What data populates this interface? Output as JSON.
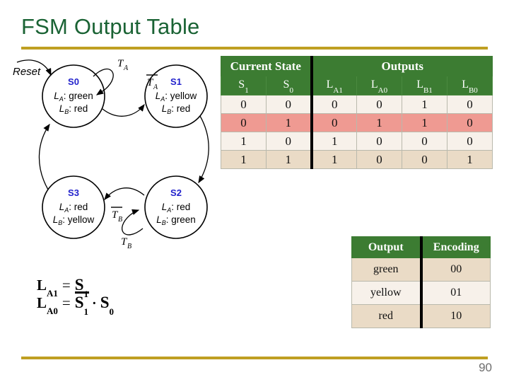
{
  "slide": {
    "title": "FSM Output Table",
    "page_number": "90",
    "accent_green": "#1a6334",
    "accent_gold": "#bf9f22",
    "table_header_green": "#3c7c32",
    "highlight_row_color": "#ef9a92"
  },
  "diagram": {
    "name": "traffic-light-fsm-state-diagram",
    "reset_label": "Reset",
    "states": [
      {
        "id": "S0",
        "la": "L_A: green",
        "lb": "L_B: red",
        "la_value": "green",
        "lb_value": "red"
      },
      {
        "id": "S1",
        "la": "L_A: yellow",
        "lb": "L_B: red",
        "la_value": "yellow",
        "lb_value": "red"
      },
      {
        "id": "S2",
        "la": "L_A: red",
        "lb": "L_B: green",
        "la_value": "red",
        "lb_value": "green"
      },
      {
        "id": "S3",
        "la": "L_A: red",
        "lb": "L_B: yellow",
        "la_value": "red",
        "lb_value": "yellow"
      }
    ],
    "transition_labels": [
      "TA",
      "TA-bar",
      "TB",
      "TB-bar"
    ],
    "state_label_color": "#2222cc"
  },
  "equations": [
    {
      "lhs": "L",
      "lhs_sub": "A1",
      "rhs": "S",
      "rhs_sub": "1",
      "overbar": false
    },
    {
      "lhs": "L",
      "lhs_sub": "A0",
      "rhs": "S",
      "rhs_sub": "1",
      "overbar": true,
      "operator": "·",
      "operand2": "S",
      "operand2_sub": "0"
    }
  ],
  "output_table": {
    "group_headers": [
      "Current State",
      "Outputs"
    ],
    "columns": [
      {
        "base": "S",
        "sub": "1"
      },
      {
        "base": "S",
        "sub": "0"
      },
      {
        "base": "L",
        "sub": "A1"
      },
      {
        "base": "L",
        "sub": "A0"
      },
      {
        "base": "L",
        "sub": "B1"
      },
      {
        "base": "L",
        "sub": "B0"
      }
    ],
    "rows": [
      {
        "cells": [
          "0",
          "0",
          "0",
          "0",
          "1",
          "0"
        ],
        "style": "row-a"
      },
      {
        "cells": [
          "0",
          "1",
          "0",
          "1",
          "1",
          "0"
        ],
        "style": "row-hl"
      },
      {
        "cells": [
          "1",
          "0",
          "1",
          "0",
          "0",
          "0"
        ],
        "style": "row-c"
      },
      {
        "cells": [
          "1",
          "1",
          "1",
          "0",
          "0",
          "1"
        ],
        "style": "row-d"
      }
    ]
  },
  "encoding_table": {
    "headers": [
      "Output",
      "Encoding"
    ],
    "rows": [
      {
        "output": "green",
        "encoding": "00",
        "style": "enc-a"
      },
      {
        "output": "yellow",
        "encoding": "01",
        "style": "enc-b"
      },
      {
        "output": "red",
        "encoding": "10",
        "style": "enc-a"
      }
    ]
  }
}
